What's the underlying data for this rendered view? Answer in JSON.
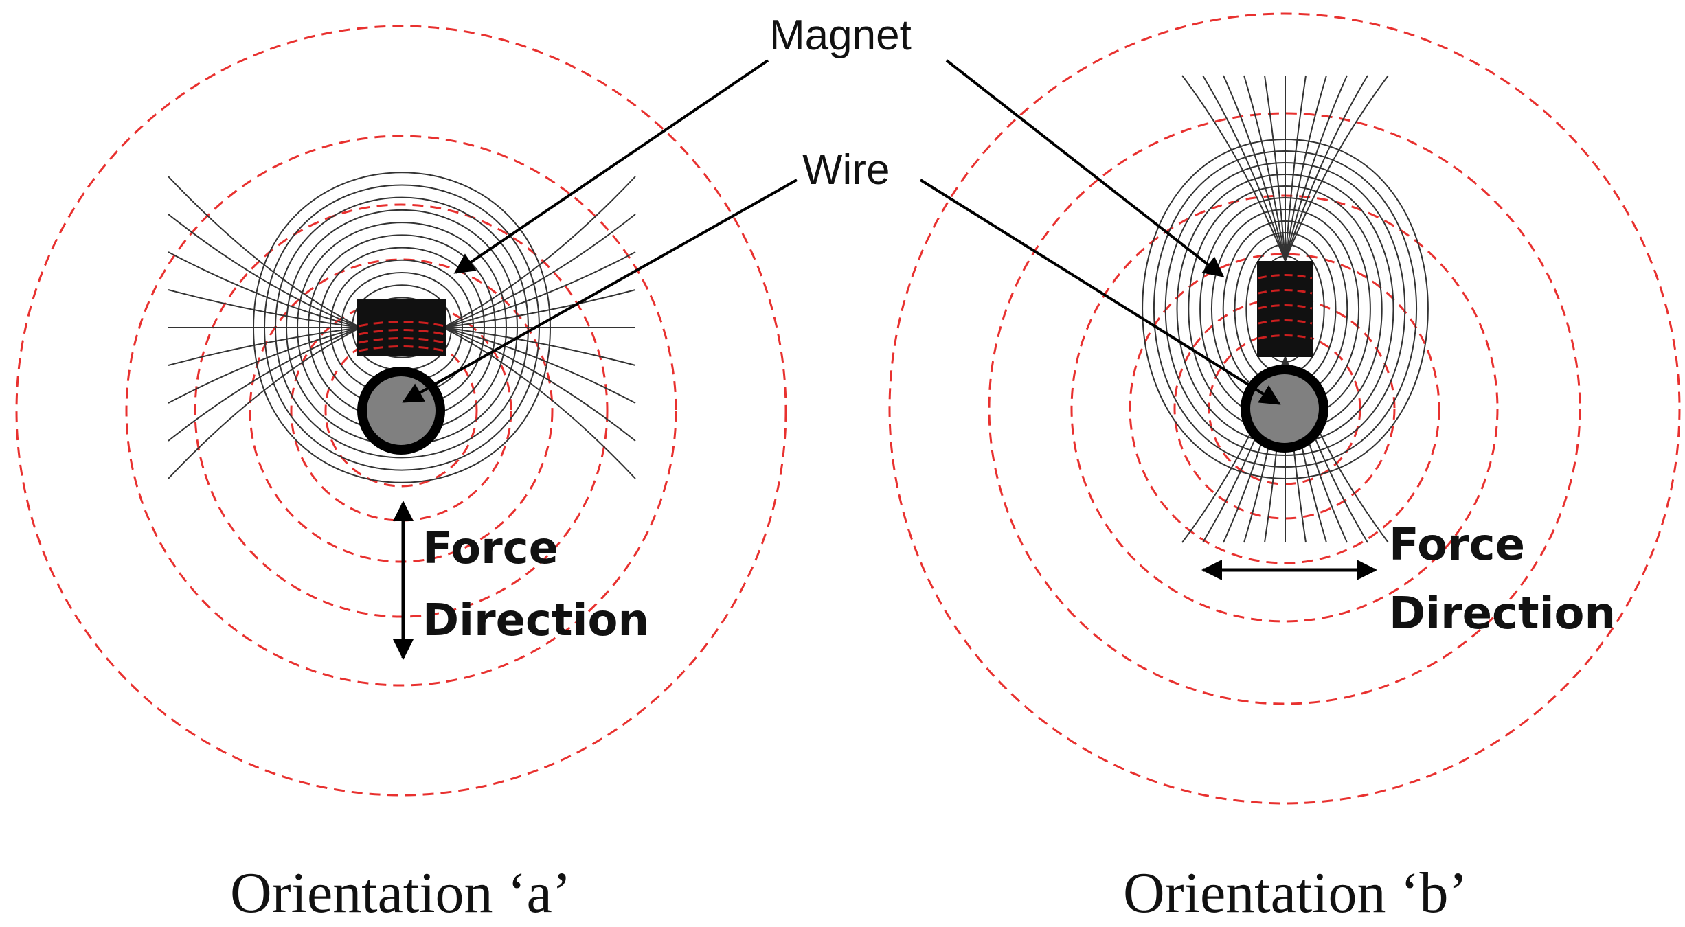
{
  "labels": {
    "magnet": "Magnet",
    "wire": "Wire",
    "force_a_line1": "Force",
    "force_a_line2": "Direction",
    "force_b_line1": "Force",
    "force_b_line2": "Direction",
    "caption_a": "Orientation ‘a’",
    "caption_b": "Orientation ‘b’"
  },
  "colors": {
    "wire_field": "#e8312f",
    "magnet_field": "#333333",
    "magnet_body": "#111111",
    "magnet_stripe": "#cc1f1f",
    "wire_fill": "#808080",
    "wire_outline": "#000000",
    "arrow": "#000000"
  }
}
